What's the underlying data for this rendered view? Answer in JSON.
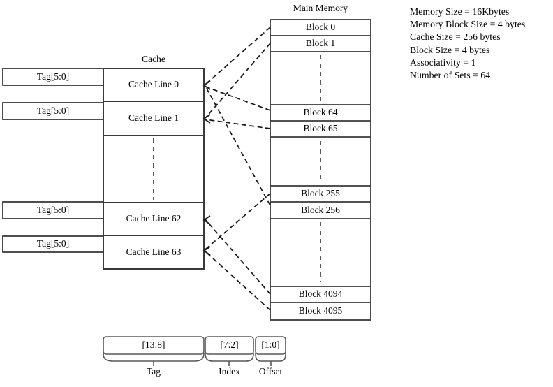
{
  "cache": {
    "title": "Cache",
    "tag_label": "Tag[5:0]",
    "lines": [
      "Cache Line 0",
      "Cache Line 1",
      "Cache Line 62",
      "Cache Line 63"
    ]
  },
  "memory": {
    "title": "Main Memory",
    "blocks": [
      "Block 0",
      "Block 1",
      "Block 64",
      "Block 65",
      "Block 255",
      "Block 256",
      "Block 4094",
      "Block 4095"
    ]
  },
  "info": {
    "lines": [
      "Memory Size = 16Kbytes",
      "Memory Block Size = 4 bytes",
      "Cache Size = 256 bytes",
      "Block Size = 4 bytes",
      "Associativity = 1",
      "Number of Sets = 64"
    ]
  },
  "address": {
    "fields": [
      {
        "bits": "[13:8]",
        "label": "Tag"
      },
      {
        "bits": "[7:2]",
        "label": "Index"
      },
      {
        "bits": "[1:0]",
        "label": "Offset"
      }
    ]
  },
  "connections": [
    {
      "from": "Block 0",
      "to": "Cache Line 0"
    },
    {
      "from": "Block 1",
      "to": "Cache Line 1"
    },
    {
      "from": "Block 64",
      "to": "Cache Line 0"
    },
    {
      "from": "Block 65",
      "to": "Cache Line 1"
    },
    {
      "from": "Block 255",
      "to": "Cache Line 63"
    },
    {
      "from": "Block 256",
      "to": "Cache Line 0"
    },
    {
      "from": "Block 4094",
      "to": "Cache Line 62"
    },
    {
      "from": "Block 4095",
      "to": "Cache Line 63"
    }
  ],
  "colors": {
    "background": "#ffffff",
    "box_border": "#3a3a3a",
    "dashed_line": "#151515",
    "brace": "#595959",
    "text": "#000000"
  }
}
